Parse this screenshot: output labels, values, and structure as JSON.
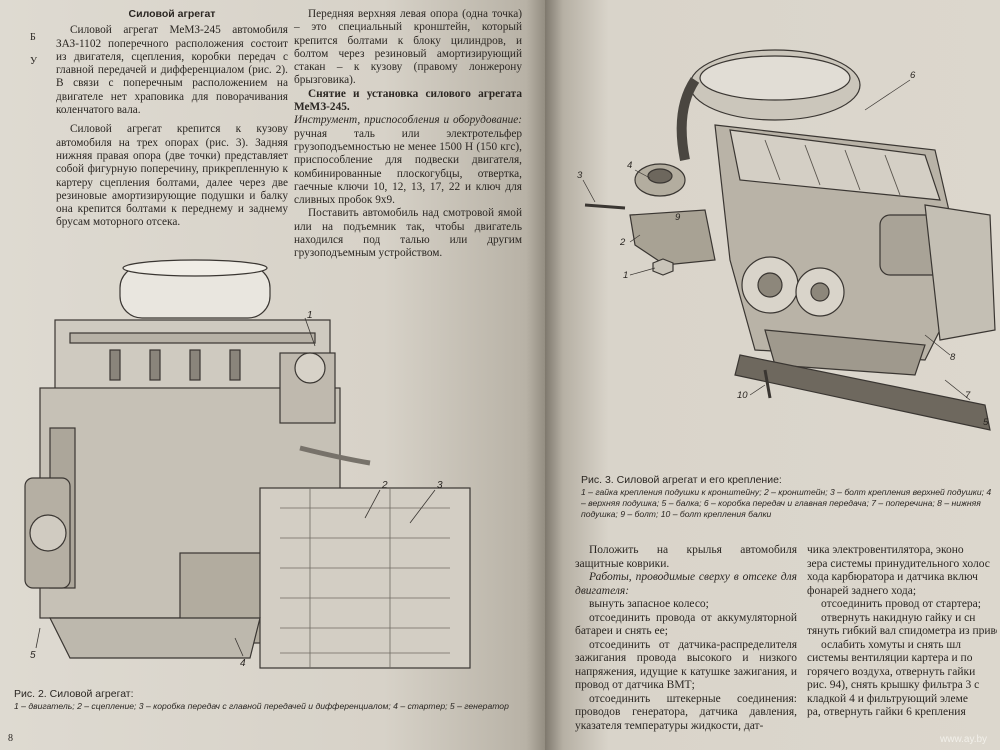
{
  "left_page": {
    "edge_fragments": [
      "Б",
      "У"
    ],
    "col1_heading": "Силовой агрегат",
    "col1_p1": "Силовой агрегат МеМЗ-245 автомобиля ЗАЗ-1102 поперечного расположения состоит из двигателя, сцепления, коробки передач с главной передачей и дифференциалом (рис. 2). В связи с поперечным расположением на двигателе нет храповика для поворачивания коленчатого вала.",
    "col1_p2": "Силовой агрегат крепится к кузову автомобиля на трех опорах (рис. 3). Задняя нижняя правая опора (две точки) представляет собой фигурную поперечину, прикрепленную к картеру сцепления болтами, далее через две резиновые амортизирующие подушки и балку она крепится болтами к переднему и заднему брусам моторного отсека.",
    "col2_p1": "Передняя верхняя левая опора (одна точка) – это специальный кронштейн, который крепится болтами к блоку цилиндров, и болтом через резиновый амортизирующий стакан – к кузову (правому лонжерону брызговика).",
    "col2_heading": "Снятие и установка силового агрегата МеМЗ-245.",
    "col2_tools_label": "Инструмент, приспособления и оборудование:",
    "col2_tools_text": "ручная таль или электротельфер грузоподъемностью не менее 1500 Н (150 кгс), приспособление для подвески двигателя, комбинированные плоскогубцы, отвертка, гаечные ключи 10, 12, 13, 17, 22 и ключ для сливных пробок 9х9.",
    "col2_p3": "Поставить автомобиль над смотровой ямой или на подъемник так, чтобы двигатель находился под талью или другим грузоподъемным устройством.",
    "fig2_callouts": [
      "1",
      "2",
      "3",
      "4",
      "5"
    ],
    "fig2_caption": "Рис. 2. Силовой агрегат:",
    "fig2_legend": "1 – двигатель; 2 – сцепление; 3 – коробка передач с главной передачей и дифференциалом; 4 – стартер; 5 – генератор",
    "page_number": "8"
  },
  "right_page": {
    "fig3_callouts": [
      "1",
      "2",
      "3",
      "4",
      "5",
      "6",
      "7",
      "8",
      "9",
      "10"
    ],
    "fig3_caption": "Рис. 3. Силовой агрегат и его крепление:",
    "fig3_legend": "1 – гайка крепления подушки к кронштейну; 2 – кронштейн; 3 – болт крепления верхней подушки; 4 – верхняя подушка; 5 – балка; 6 – коробка передач и главная передача; 7 – поперечина; 8 – нижняя подушка; 9 – болт; 10 – болт крепления балки",
    "col1_p1": "Положить на крылья автомобиля защитные коврики.",
    "col1_p2_label": "Работы, проводимые сверху в отсеке для двигателя:",
    "col1_items": [
      "вынуть запасное колесо;",
      "отсоединить провода от аккумуляторной батареи и снять ее;",
      "отсоединить от датчика-распределителя зажигания провода высокого и низкого напряжения, идущие к катушке зажигания, и провод от датчика ВМТ;",
      "отсоединить штекерные соединения: проводов генератора, датчика давления, указателя температуры жидкости, дат-"
    ],
    "col2_lines": [
      "чика электровентилятора, эконо",
      "зера системы принудительного холос",
      "хода карбюратора и датчика включ",
      "фонарей заднего хода;",
      "отсоединить провод от стартера;",
      "отвернуть накидную гайку и сн",
      "тянуть гибкий вал спидометра из приво",
      "ослабить хомуты и снять шл",
      "системы вентиляции картера и по",
      "горячего воздуха, отвернуть гайки",
      "рис. 94), снять крышку фильтра 3 с",
      "кладкой 4 и фильтрующий элеме",
      "ра, отвернуть гайки 6 крепления"
    ],
    "watermark": "www.ay.by"
  }
}
